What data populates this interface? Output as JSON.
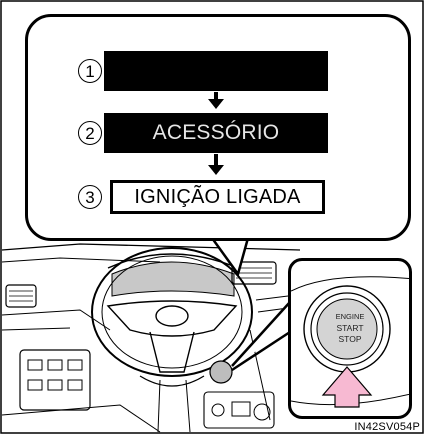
{
  "callout": {
    "steps": [
      {
        "number": "1",
        "label": ""
      },
      {
        "number": "2",
        "label": "ACESSÓRIO"
      },
      {
        "number": "3",
        "label": "IGNIÇÃO LIGADA"
      }
    ]
  },
  "button": {
    "line1": "ENGINE",
    "line2": "START",
    "line3": "STOP"
  },
  "footer": {
    "code": "IN42SV054P"
  },
  "colors": {
    "callout_border": "#000000",
    "press_arrow": "#f7b9d2",
    "display_gray": "#c8c8c8"
  }
}
